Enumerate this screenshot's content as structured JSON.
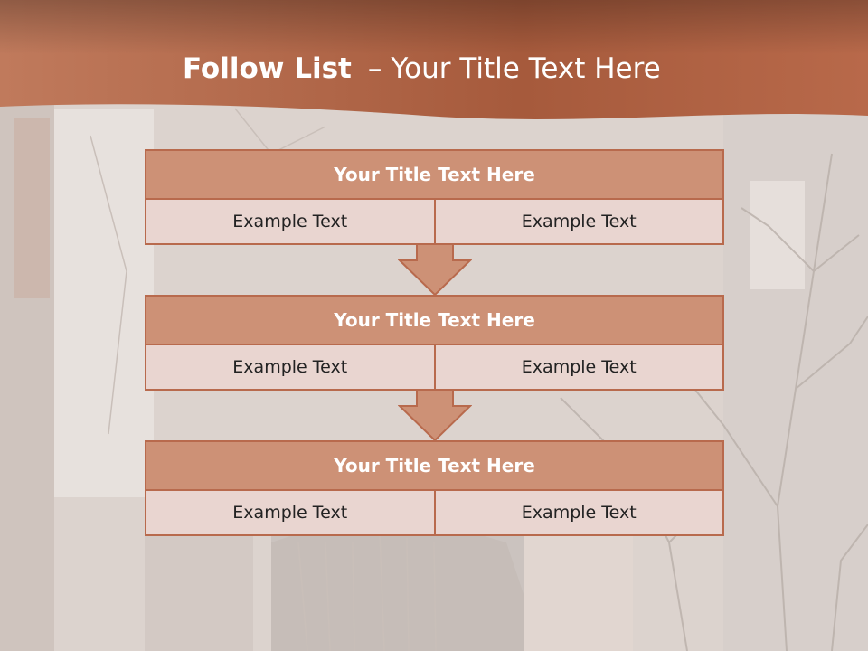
{
  "slide": {
    "title_bold": "Follow List",
    "title_dash": "–",
    "title_rest": "Your Title Text Here",
    "colors": {
      "header": "#b8694a",
      "box_title": "#cd9176",
      "box_cell": "#e9d5d0",
      "border": "#b86a4d"
    }
  },
  "blocks": [
    {
      "title": "Your Title Text Here",
      "left": "Example Text",
      "right": "Example Text"
    },
    {
      "title": "Your Title Text Here",
      "left": "Example Text",
      "right": "Example Text"
    },
    {
      "title": "Your Title Text Here",
      "left": "Example Text",
      "right": "Example Text"
    }
  ],
  "connectors": [
    "arrow-down-icon",
    "arrow-down-icon"
  ]
}
